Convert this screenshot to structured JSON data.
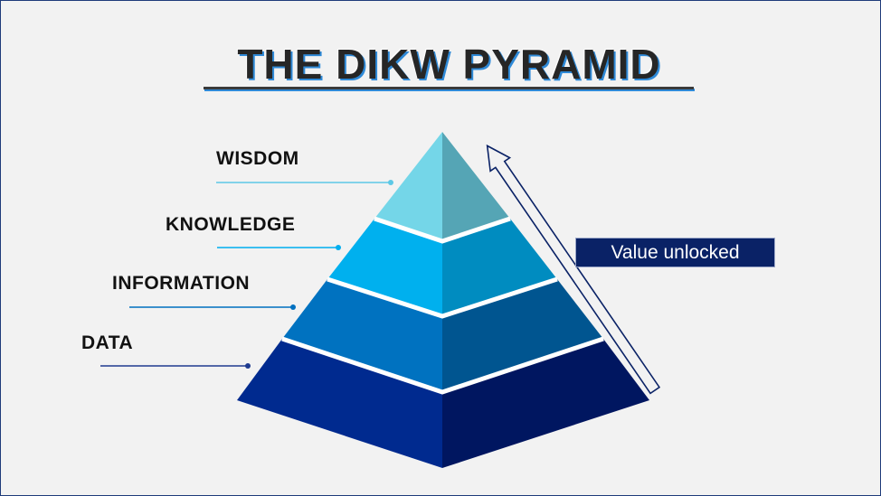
{
  "title": "THE DIKW PYRAMID",
  "levels": [
    {
      "label": "WISDOM",
      "left_color": "#74d6e8",
      "right_color": "#55a5b5",
      "line_color": "#5cc8e6"
    },
    {
      "label": "KNOWLEDGE",
      "left_color": "#00b0ee",
      "right_color": "#008cc0",
      "line_color": "#00aeef"
    },
    {
      "label": "INFORMATION",
      "left_color": "#0072c0",
      "right_color": "#005590",
      "line_color": "#0070c0"
    },
    {
      "label": "DATA",
      "left_color": "#002a8f",
      "right_color": "#001660",
      "line_color": "#1f3b8f"
    }
  ],
  "arrow_label": "Value unlocked"
}
